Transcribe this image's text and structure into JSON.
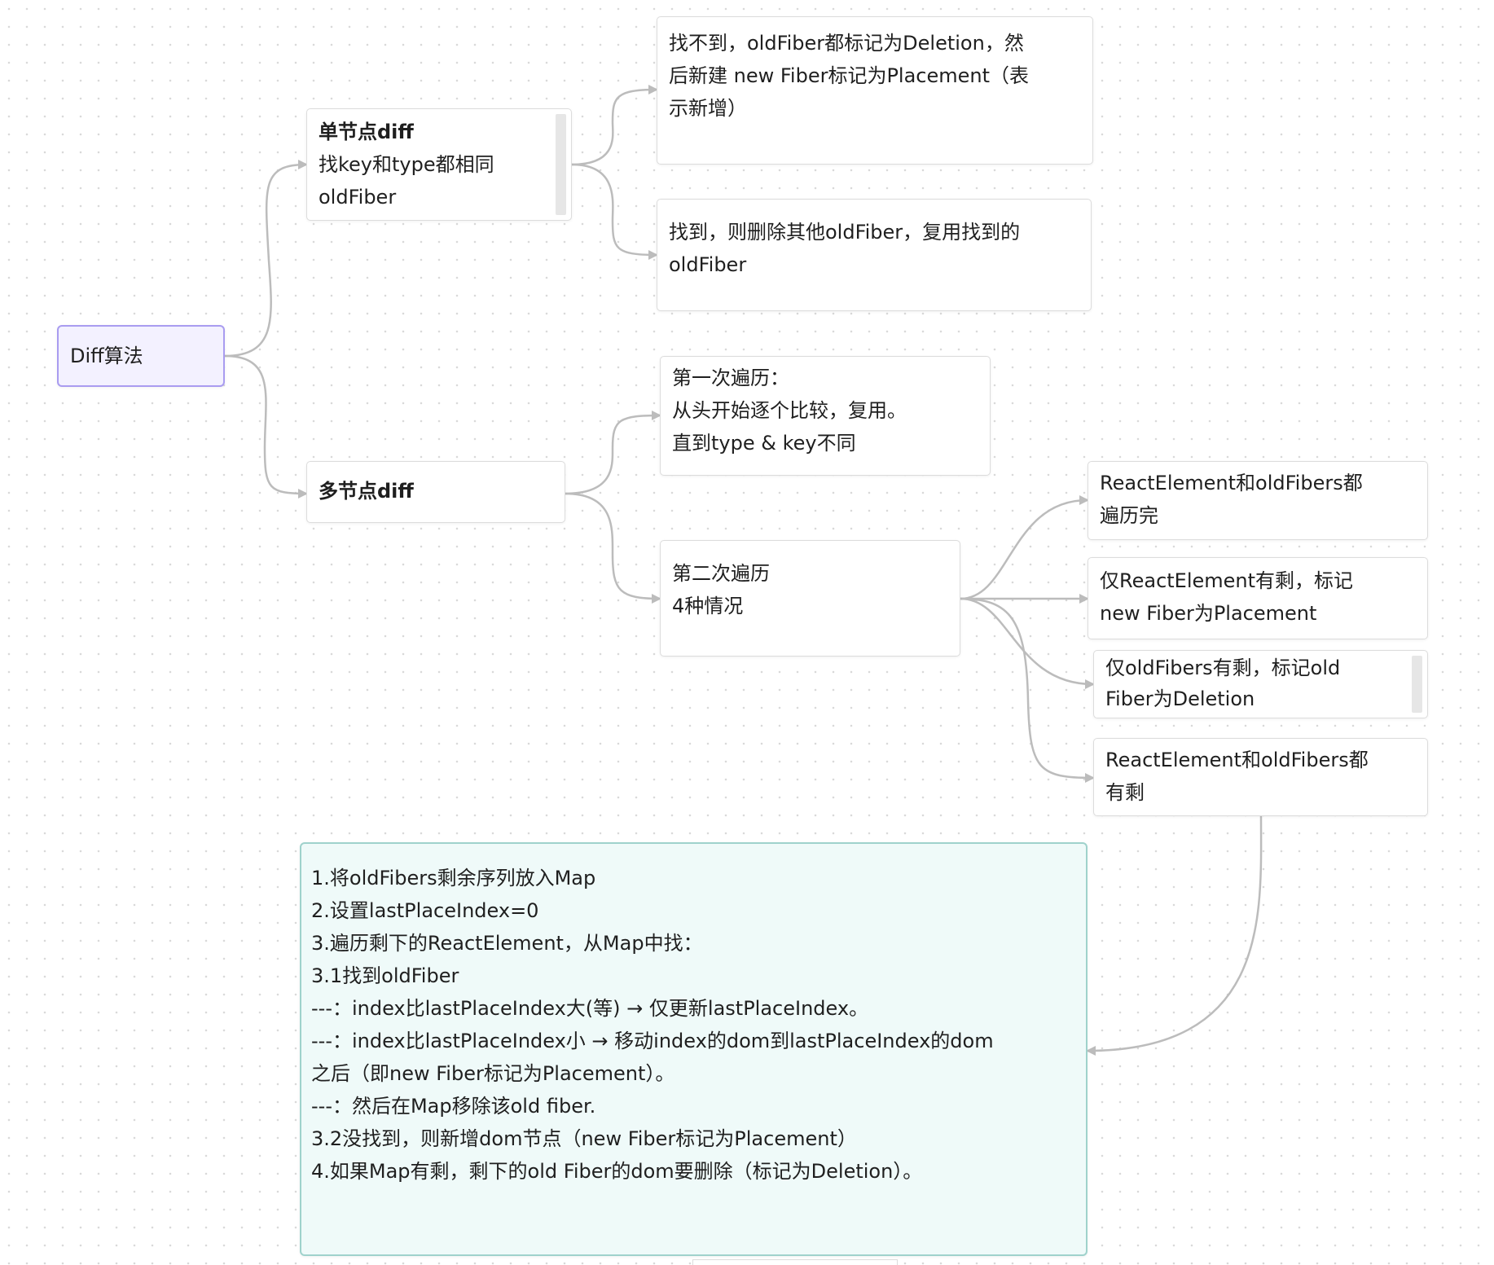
{
  "diagram": {
    "root": {
      "label": "Diff算法"
    },
    "single": {
      "title": "单节点diff",
      "lines": [
        "找key和type都相同",
        "oldFiber"
      ]
    },
    "single_not_found": {
      "lines": [
        "找不到，oldFiber都标记为Deletion，然",
        "后新建 new Fiber标记为Placement（表",
        "示新增）"
      ]
    },
    "single_found": {
      "lines": [
        "找到，则删除其他oldFiber，复用找到的",
        "oldFiber"
      ]
    },
    "multi": {
      "title": "多节点diff"
    },
    "first_pass": {
      "lines": [
        "第一次遍历：",
        "从头开始逐个比较，复用。",
        "直到type & key不同"
      ]
    },
    "second_pass": {
      "lines": [
        "第二次遍历",
        "4种情况"
      ]
    },
    "case1": {
      "lines": [
        "ReactElement和oldFibers都",
        "遍历完"
      ]
    },
    "case2": {
      "lines": [
        "仅ReactElement有剩，标记",
        "new Fiber为Placement"
      ]
    },
    "case3": {
      "lines": [
        "仅oldFibers有剩，标记old",
        "Fiber为Deletion"
      ]
    },
    "case4": {
      "lines": [
        "ReactElement和oldFibers都",
        "有剩"
      ]
    },
    "note": {
      "lines": [
        "1.将oldFibers剩余序列放入Map",
        "2.设置lastPlaceIndex=0",
        "3.遍历剩下的ReactElement，从Map中找：",
        "3.1找到oldFiber",
        "---：index比lastPlaceIndex大(等) → 仅更新lastPlaceIndex。",
        "---：index比lastPlaceIndex小 → 移动index的dom到lastPlaceIndex的dom",
        "之后（即new Fiber标记为Placement）。",
        "---：然后在Map移除该old fiber.",
        "3.2没找到，则新增dom节点（new Fiber标记为Placement）",
        "4.如果Map有剩，剩下的old Fiber的dom要删除（标记为Deletion）。"
      ]
    }
  },
  "colors": {
    "edge": "#bcbcbc",
    "root_fill": "#f3f1ff",
    "root_border": "#a99cf0",
    "note_fill": "#effaf9",
    "note_border": "#9fd2cc",
    "node_border": "#dcdcdc"
  }
}
